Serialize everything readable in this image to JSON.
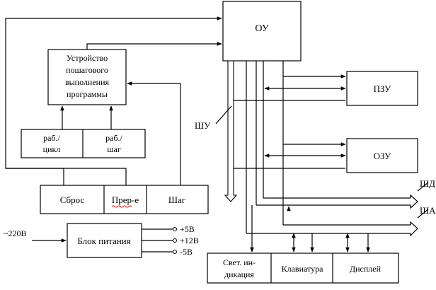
{
  "blocks": {
    "ou": "ОУ",
    "stepper": [
      "Устройство",
      "пошагового",
      "выполнения",
      "программы"
    ],
    "work_cycle": [
      "раб./",
      "цикл"
    ],
    "work_step": [
      "раб./",
      "шаг"
    ],
    "reset": "Сброс",
    "interrupt": "Прер-е",
    "step": "Шаг",
    "power": "Блок питания",
    "rom": "ПЗУ",
    "ram": "ОЗУ",
    "indicator": [
      "Свет. ин-",
      "дикация"
    ],
    "keyboard": "Клавиатура",
    "display": "Дисплей"
  },
  "labels": {
    "mains": "~220В",
    "v_plus5": "+5В",
    "v_plus12": "+12В",
    "v_minus5": "-5В",
    "control_bus": "ШУ",
    "data_bus": "ШД",
    "address_bus": "ША"
  }
}
